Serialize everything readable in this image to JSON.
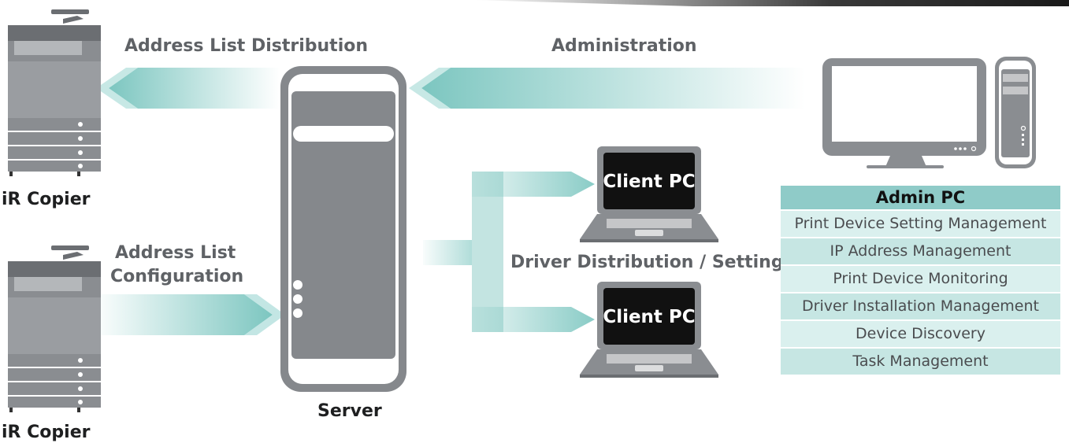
{
  "labels": {
    "address_list_distribution": "Address List Distribution",
    "administration": "Administration",
    "address_list_configuration_line1": "Address List",
    "address_list_configuration_line2": "Configuration",
    "driver_distribution": "Driver Distribution / Setting",
    "server": "Server",
    "copier_top": "iR Copier",
    "copier_bottom": "iR Copier",
    "client_pc_top": "Client PC",
    "client_pc_bottom": "Client PC"
  },
  "admin_pc": {
    "title": "Admin PC",
    "features": [
      "Print Device Setting Management",
      "IP Address Management",
      "Print Device Monitoring",
      "Driver Installation Management",
      "Device Discovery",
      "Task Management"
    ]
  },
  "colors": {
    "arrow_teal": "#7cc6c0",
    "device_gray": "#8a8d91",
    "table_header": "#8fcbc8",
    "table_row_a": "#c6e6e3",
    "table_row_b": "#daf0ee"
  },
  "icons": [
    "copier-icon",
    "server-icon",
    "laptop-icon",
    "desktop-monitor-icon",
    "tower-pc-icon"
  ]
}
